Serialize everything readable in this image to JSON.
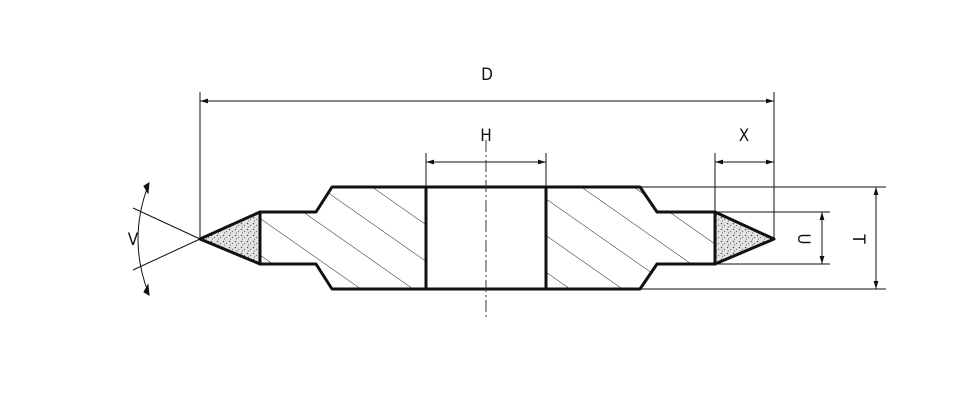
{
  "labels": {
    "diameter": "D",
    "hole": "H",
    "x_width": "X",
    "angle": "V",
    "u_thickness": "U",
    "t_thickness": "T"
  },
  "colors": {
    "stroke": "#111111",
    "background": "#ffffff",
    "grit_fill": "#d8d8d8",
    "hatch": "#222222"
  }
}
